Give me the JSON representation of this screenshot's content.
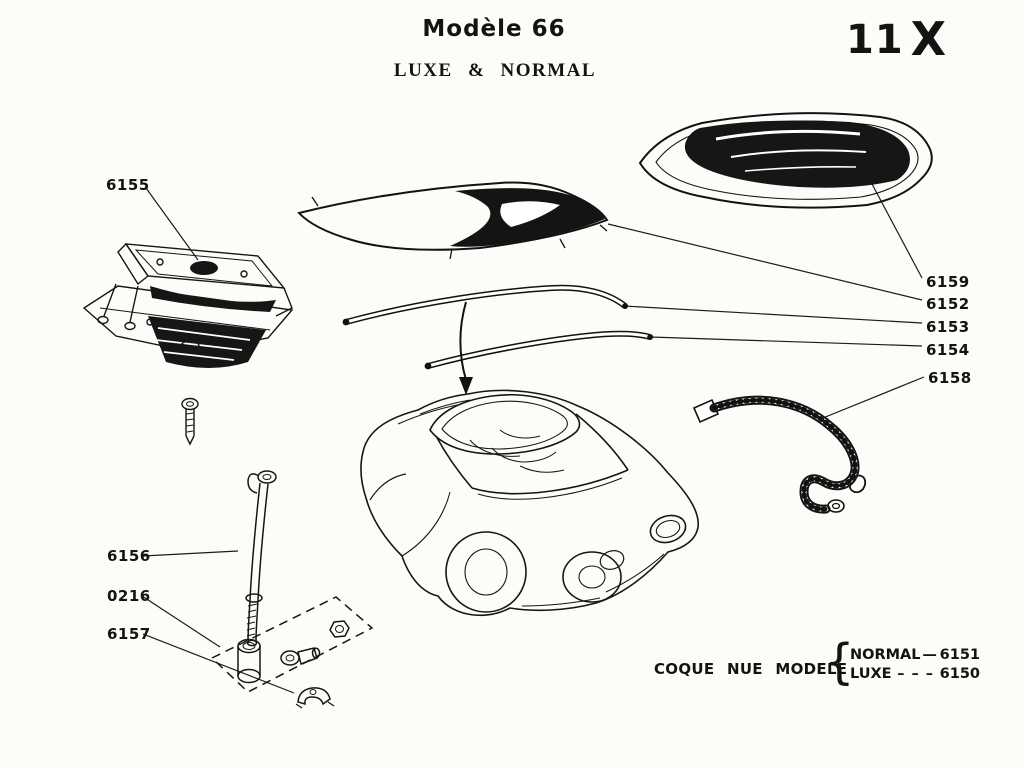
{
  "page": {
    "title": "Modèle 66",
    "subtitle": "LUXE & NORMAL",
    "code_left": "11",
    "code_right": "X"
  },
  "part_labels": {
    "p6155": "6155",
    "p6156": "6156",
    "p0216": "0216",
    "p6157": "6157",
    "p6159": "6159",
    "p6152": "6152",
    "p6153": "6153",
    "p6154": "6154",
    "p6158": "6158"
  },
  "footer": {
    "caption": "COQUE NUE MODELE",
    "rows": [
      {
        "label": "NORMAL",
        "dash": "—",
        "number": "6151"
      },
      {
        "label": "LUXE",
        "dash": "– – –",
        "number": "6150"
      }
    ]
  }
}
